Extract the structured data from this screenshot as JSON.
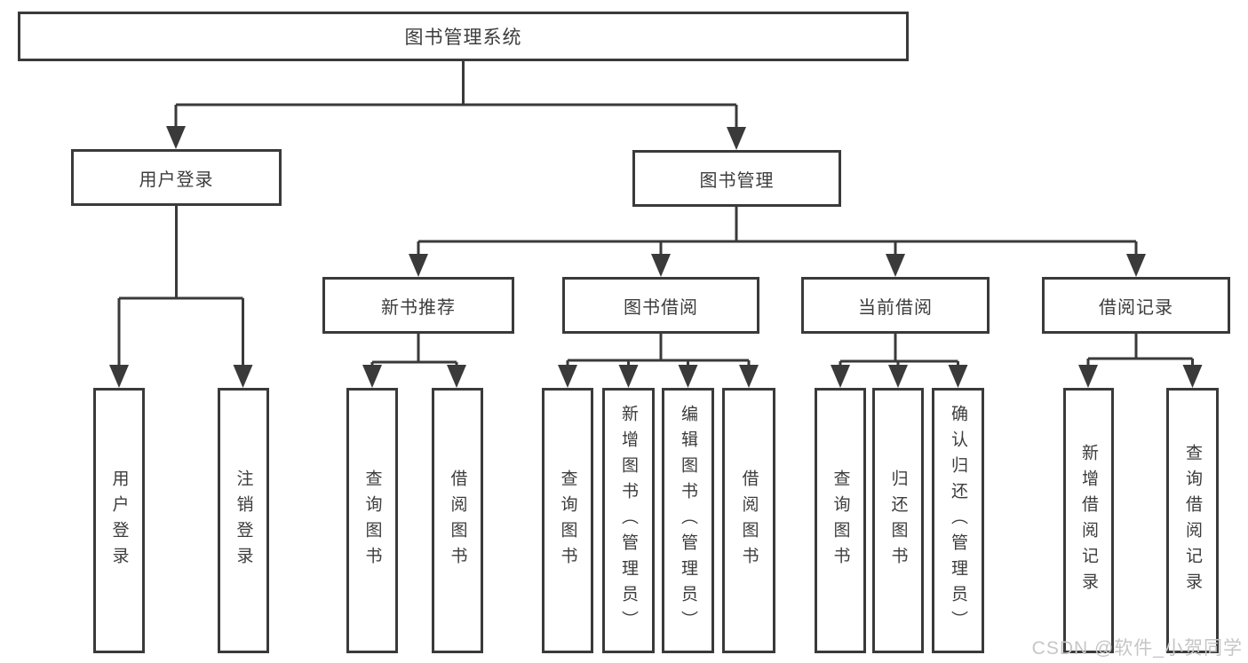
{
  "diagram": {
    "root": "图书管理系统",
    "branches": [
      {
        "label": "用户登录",
        "leaves": [
          "用户登录",
          "注销登录"
        ]
      },
      {
        "label": "图书管理",
        "groups": [
          {
            "label": "新书推荐",
            "leaves": [
              "查询图书",
              "借阅图书"
            ]
          },
          {
            "label": "图书借阅",
            "leaves": [
              "查询图书",
              "新增图书（管理员）",
              "编辑图书（管理员）",
              "借阅图书"
            ]
          },
          {
            "label": "当前借阅",
            "leaves": [
              "查询图书",
              "归还图书",
              "确认归还（管理员）"
            ]
          },
          {
            "label": "借阅记录",
            "leaves": [
              "新增借阅记录",
              "查询借阅记录"
            ]
          }
        ]
      }
    ]
  },
  "watermark": "CSDN @软件_小贺同学",
  "colors": {
    "line": "#3a3a3a",
    "text": "#3c3c3c",
    "watermark": "#c6c6c6",
    "background": "#ffffff"
  }
}
